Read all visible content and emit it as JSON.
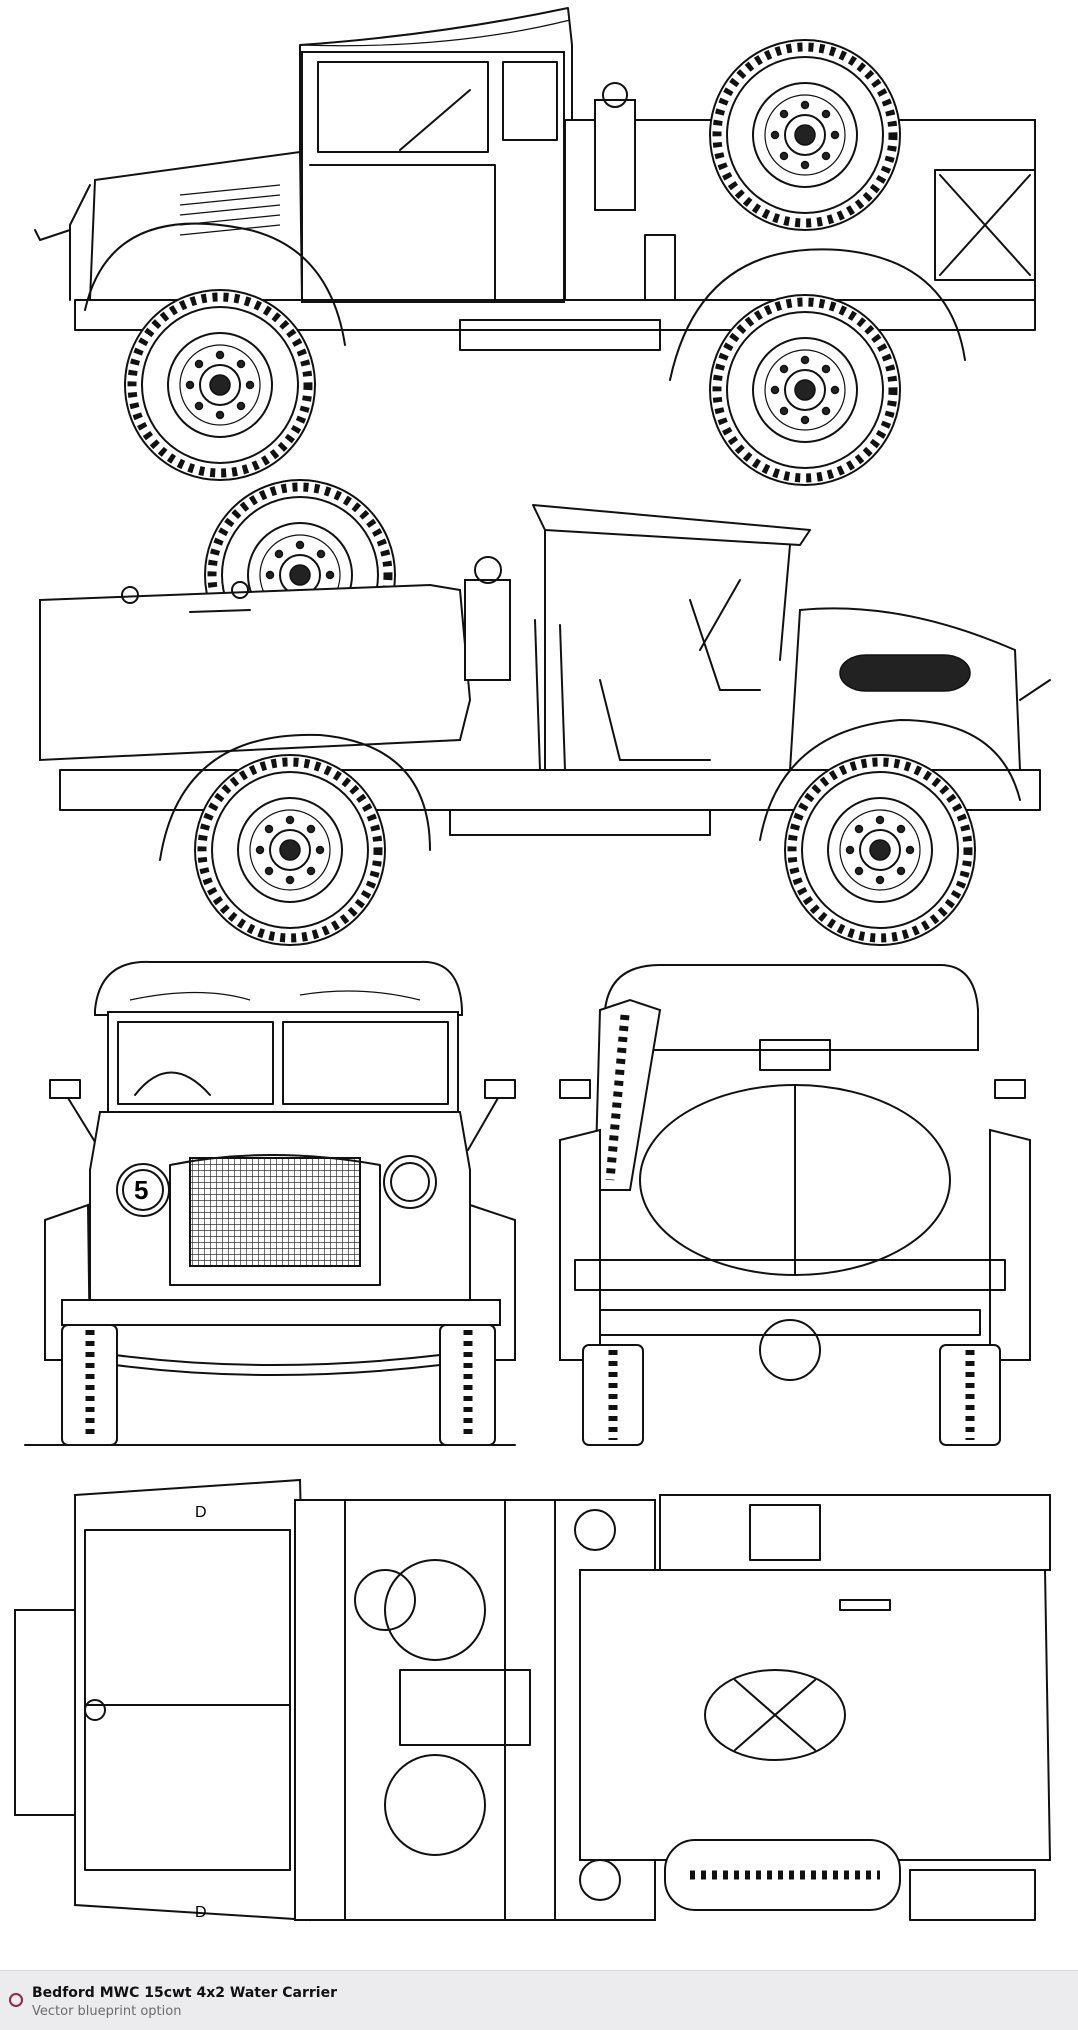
{
  "caption": {
    "title": "Bedford MWC 15cwt 4x2 Water Carrier",
    "subtitle": "Vector blueprint option"
  },
  "front_view": {
    "badge_number": "5"
  },
  "top_view": {
    "marking_front": "D",
    "marking_rear": "D"
  }
}
